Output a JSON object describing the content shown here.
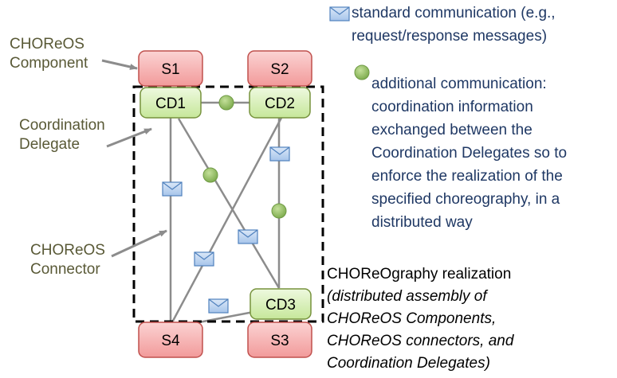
{
  "components": {
    "s1": "S1",
    "s2": "S2",
    "s3": "S3",
    "s4": "S4"
  },
  "delegates": {
    "cd1": "CD1",
    "cd2": "CD2",
    "cd3": "CD3"
  },
  "labels": {
    "component": "CHOReOS\nComponent",
    "delegate": "Coordination\nDelegate",
    "connector": "CHOReOS\nConnector"
  },
  "legend": {
    "standard": "standard communication (e.g.,\nrequest/response messages)",
    "additional": "additional communication:\ncoordination information\nexchanged between the\nCoordination Delegates so to\nenforce the realization of the\nspecified choreography, in a\ndistributed way"
  },
  "caption": {
    "title": "CHOReOgraphy realization",
    "subtitle": "(distributed assembly of\nCHOReOS Components,\nCHOReOS connectors, and\nCoordination Delegates)"
  },
  "colors": {
    "component_fill": "#f4a8a8",
    "component_stroke": "#c0504d",
    "delegate_fill": "#d7f0b4",
    "delegate_stroke": "#76923c",
    "connector_line": "#8c8c8c",
    "coordination_dot": "#8ab55c",
    "message_fill": "#aecbee",
    "message_stroke": "#4f81bd"
  },
  "icons": [
    "envelope-icon",
    "coordination-dot-icon",
    "arrow-icon"
  ]
}
